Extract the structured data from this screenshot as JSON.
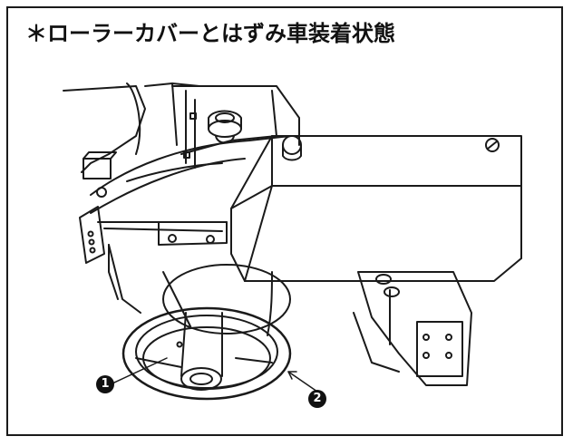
{
  "figure": {
    "title": "＊ローラーカバーとはずみ車装着状態",
    "callouts": [
      {
        "id": "callout-1",
        "label": "1"
      },
      {
        "id": "callout-2",
        "label": "2"
      }
    ]
  }
}
